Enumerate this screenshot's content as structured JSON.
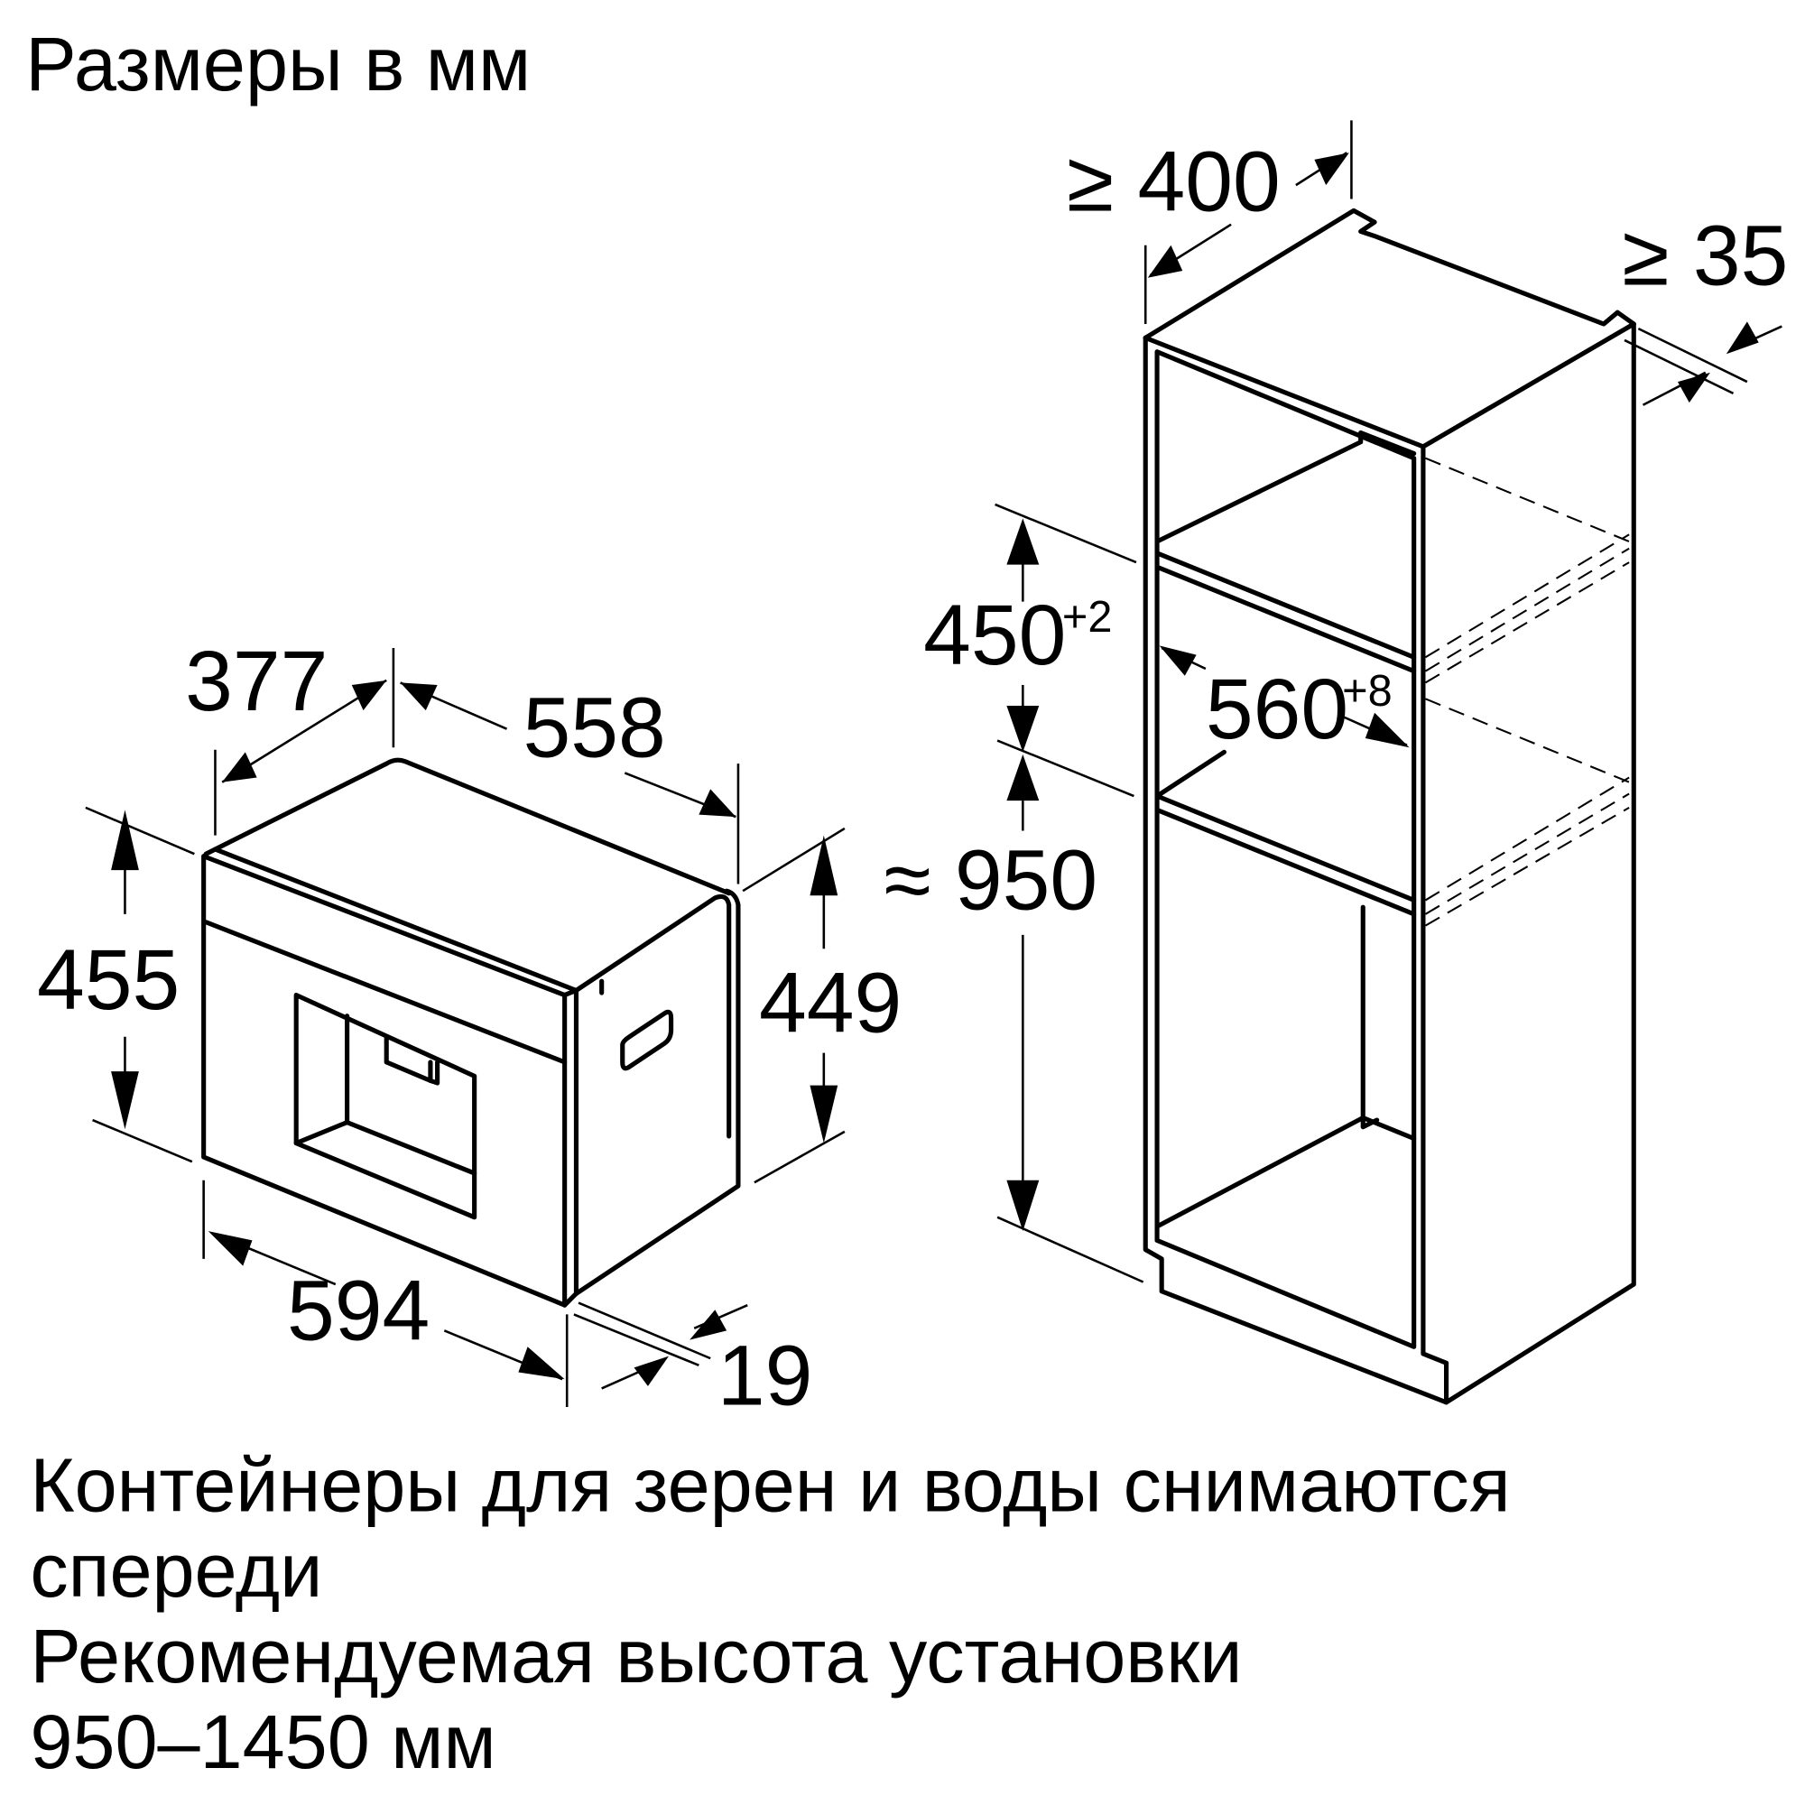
{
  "title": "Размеры в мм",
  "appliance": {
    "depth_label": "377",
    "width_top_label": "558",
    "height_front_label": "455",
    "height_body_label": "449",
    "width_front_label": "594",
    "front_thickness_label": "19"
  },
  "niche": {
    "min_depth_label": "≥ 400",
    "rear_gap_label": "≥ 35",
    "niche_height_label": "450",
    "niche_height_tolerance": "+2",
    "niche_width_label": "560",
    "niche_width_tolerance": "+8",
    "install_height_label": "≈ 950"
  },
  "notes": [
    "Контейнеры для зерен и воды снимаются",
    "спереди",
    "Рекомендуемая высота установки",
    "950–1450 мм"
  ]
}
